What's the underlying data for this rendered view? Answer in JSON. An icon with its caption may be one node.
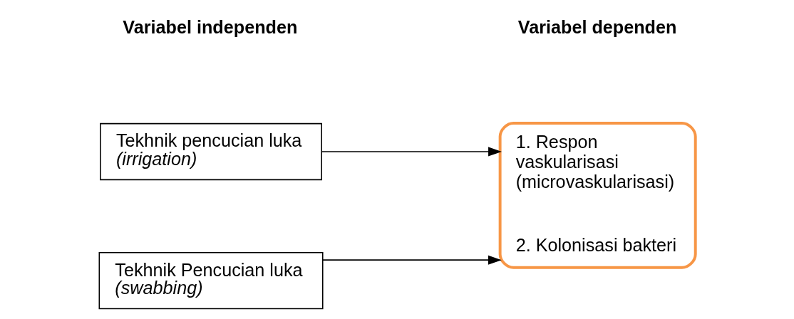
{
  "diagram": {
    "nodes": [
      {
        "text": [
          "Tekhnik pencucian luka *(irrigation)*"
        ]
      },
      {
        "text": [
          "Tekhnik Pencucian luka *(swabbing)*"
        ]
      },
      {
        "text": [
          "1. Respon vaskularisasi (microvaskularisasi)",
          "2. Kolonisasi bakteri"
        ]
      }
    ],
    "edges": [
      {
        "from": 0,
        "to": 2,
        "arrow": "to"
      },
      {
        "from": 1,
        "to": 2,
        "arrow": "to"
      }
    ],
    "labels": [
      "Variabel independen",
      "Variabel dependen"
    ]
  }
}
